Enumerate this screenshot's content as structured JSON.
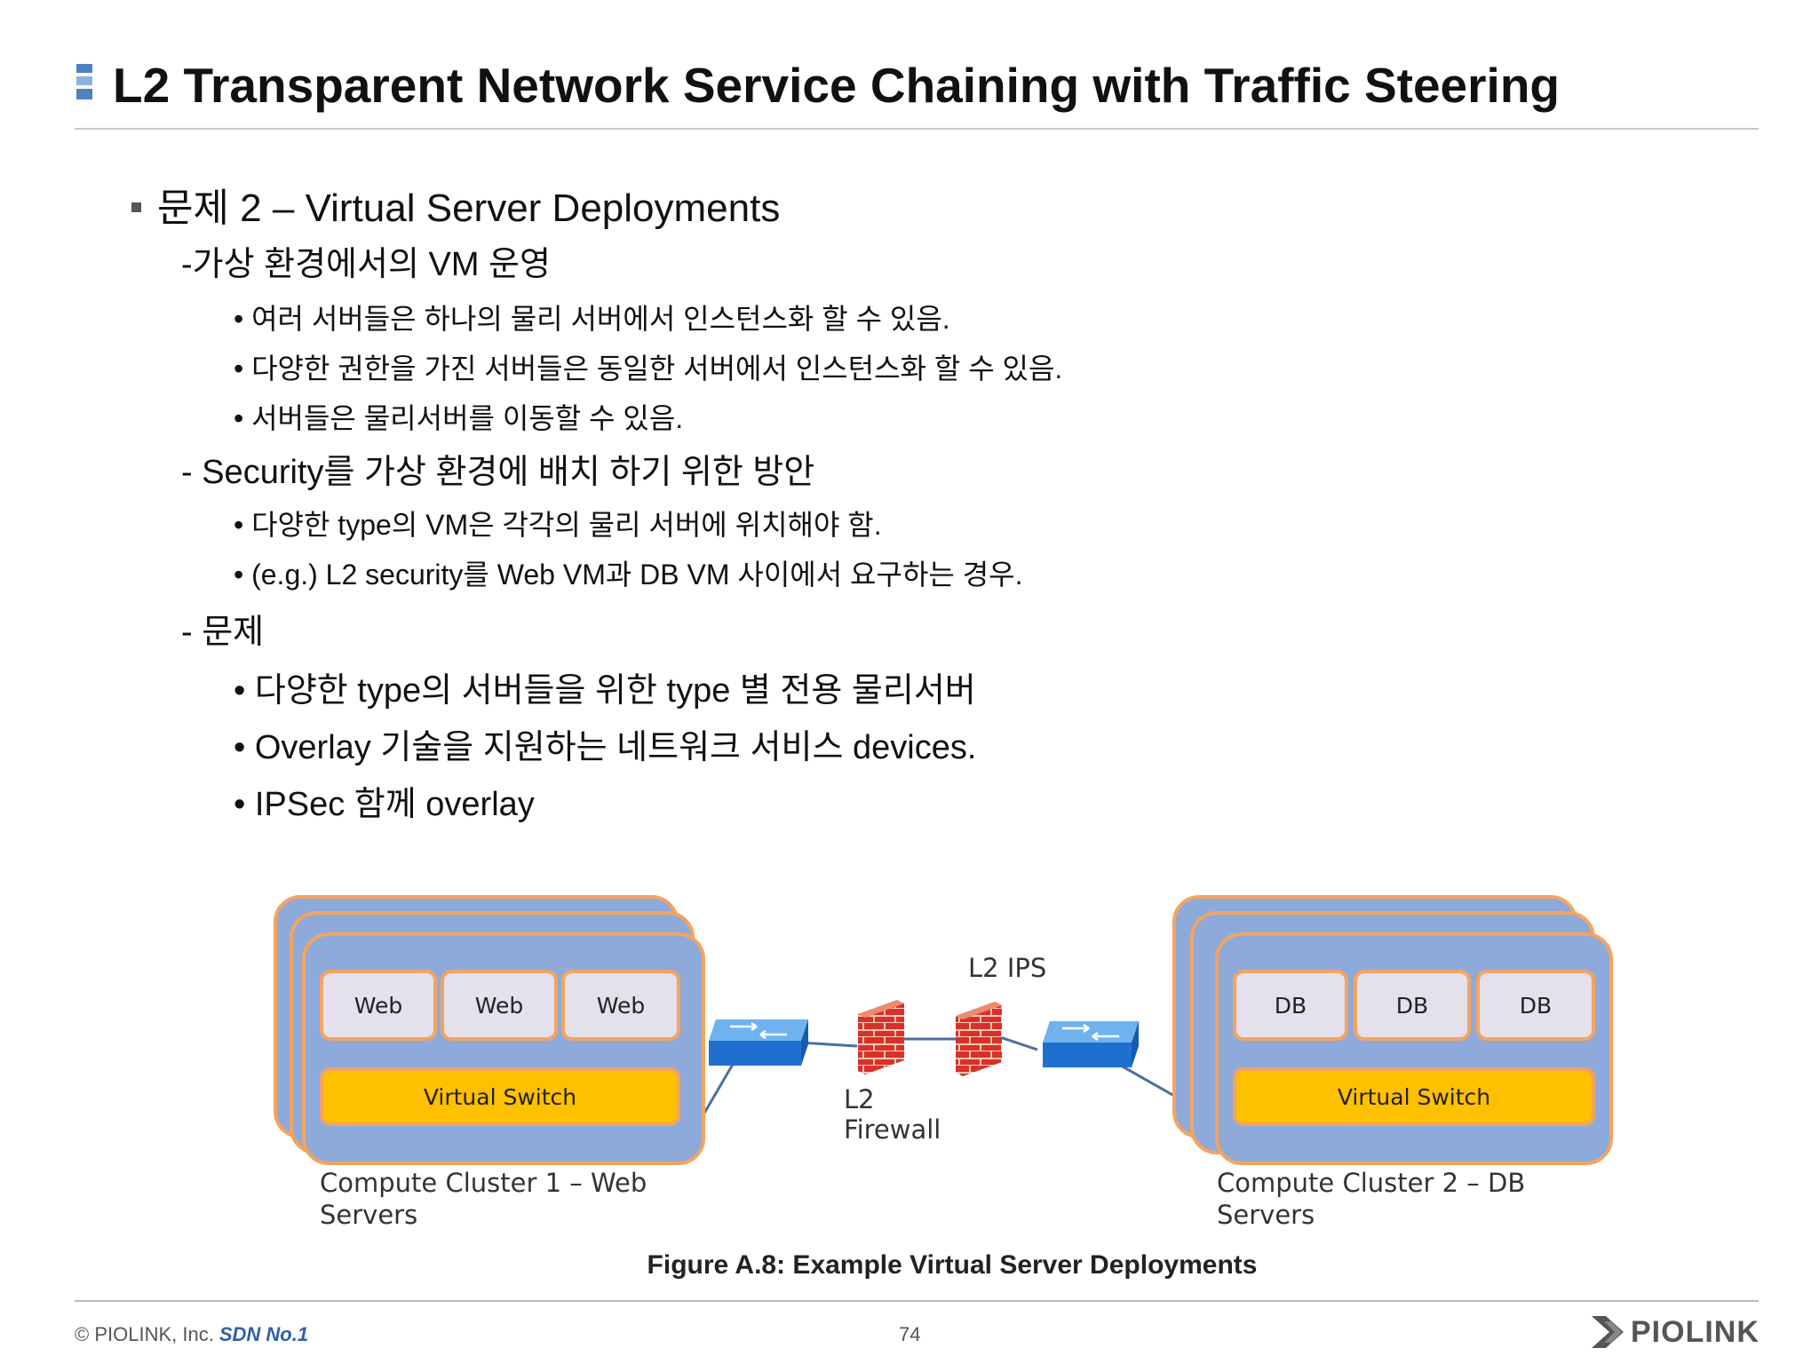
{
  "title": "L2 Transparent Network Service Chaining with Traffic Steering",
  "content": {
    "heading": "문제 2 – Virtual Server Deployments",
    "sections": [
      {
        "label": "-가상 환경에서의 VM 운영",
        "bullets": [
          "• 여러 서버들은 하나의 물리 서버에서 인스턴스화 할 수 있음.",
          "• 다양한 권한을 가진 서버들은 동일한 서버에서 인스턴스화 할 수 있음.",
          "• 서버들은 물리서버를 이동할 수 있음."
        ]
      },
      {
        "label": "- Security를 가상 환경에 배치 하기 위한 방안",
        "bullets": [
          "• 다양한 type의 VM은 각각의 물리 서버에 위치해야 함.",
          "• (e.g.) L2 security를 Web VM과 DB VM 사이에서 요구하는 경우."
        ]
      },
      {
        "label": "- 문제",
        "bullets": [
          "• 다양한 type의 서버들을 위한 type 별 전용 물리서버",
          "• Overlay 기술을 지원하는 네트워크 서비스 devices.",
          "• IPSec 함께 overlay"
        ]
      }
    ]
  },
  "diagram": {
    "cluster1": {
      "vms": [
        "Web",
        "Web",
        "Web"
      ],
      "switch": "Virtual Switch",
      "caption_line1": "Compute Cluster 1 – Web",
      "caption_line2": "Servers"
    },
    "cluster2": {
      "vms": [
        "DB",
        "DB",
        "DB"
      ],
      "switch": "Virtual Switch",
      "caption_line1": "Compute Cluster 2 – DB",
      "caption_line2": "Servers"
    },
    "firewall_line1": "L2",
    "firewall_line2": "Firewall",
    "ips_label": "L2 IPS",
    "caption": "Figure A.8: Example Virtual Server Deployments",
    "colors": {
      "cluster_fill": "#8eaadb",
      "cluster_border": "#f4a460",
      "vm_fill": "#e4e0ec",
      "switch_fill": "#ffc000",
      "network_switch": "#2e86de",
      "firewall": "#d9302a",
      "link": "#4a6fa5"
    }
  },
  "footer": {
    "copyright": "© PIOLINK, Inc.",
    "tagline": "SDN No.1",
    "page": "74",
    "brand": "PIOLINK"
  }
}
